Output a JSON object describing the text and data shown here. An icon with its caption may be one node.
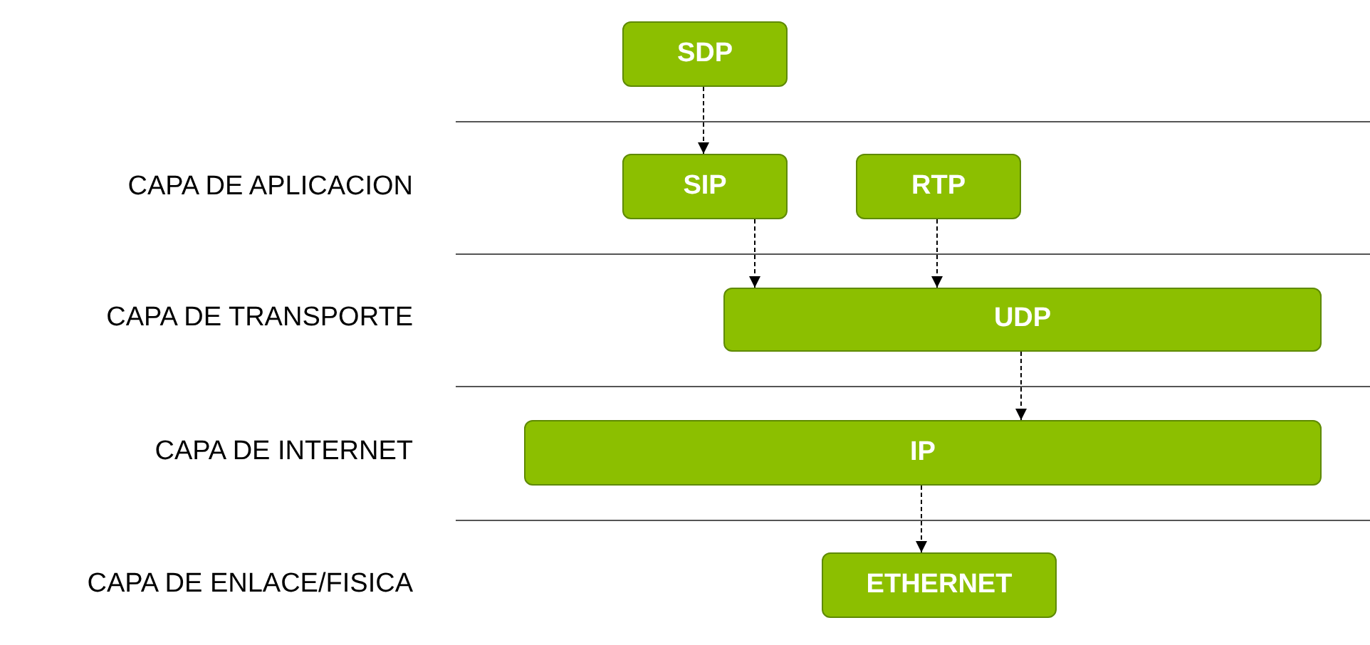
{
  "diagram": {
    "nodes": [
      {
        "text": [
          "SDP"
        ]
      },
      {
        "text": [
          "SIP"
        ]
      },
      {
        "text": [
          "RTP"
        ]
      },
      {
        "text": [
          "UDP"
        ]
      },
      {
        "text": [
          "IP"
        ]
      },
      {
        "text": [
          "ETHERNET"
        ]
      }
    ],
    "edges": [
      {
        "from": 0,
        "to": 1,
        "arrow": "to",
        "style": "dashed"
      },
      {
        "from": 1,
        "to": 3,
        "arrow": "to",
        "style": "dashed"
      },
      {
        "from": 2,
        "to": 3,
        "arrow": "to",
        "style": "dashed"
      },
      {
        "from": 3,
        "to": 4,
        "arrow": "to",
        "style": "dashed"
      },
      {
        "from": 4,
        "to": 5,
        "arrow": "to",
        "style": "dashed"
      }
    ],
    "labels": [
      "CAPA DE APLICACION",
      "CAPA DE TRANSPORTE",
      "CAPA DE INTERNET",
      "CAPA DE ENLACE/FISICA"
    ]
  }
}
